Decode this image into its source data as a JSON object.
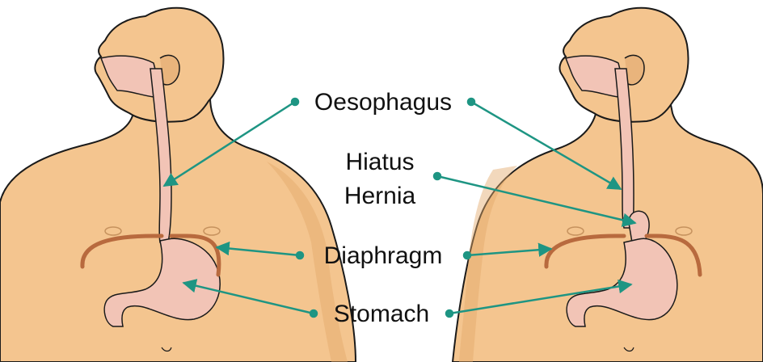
{
  "labels": {
    "oesophagus": "Oesophagus",
    "hiatus_line1": "Hiatus",
    "hiatus_line2": "Hernia",
    "diaphragm": "Diaphragm",
    "stomach": "Stomach"
  },
  "colors": {
    "skin": "#f4c58f",
    "skin_shadow": "#e2a86b",
    "outline": "#1a1a1a",
    "organ": "#f2c4b6",
    "organ_shadow": "#e6a996",
    "diaphragm": "#b86a3e",
    "leader_line": "#1e9583"
  }
}
